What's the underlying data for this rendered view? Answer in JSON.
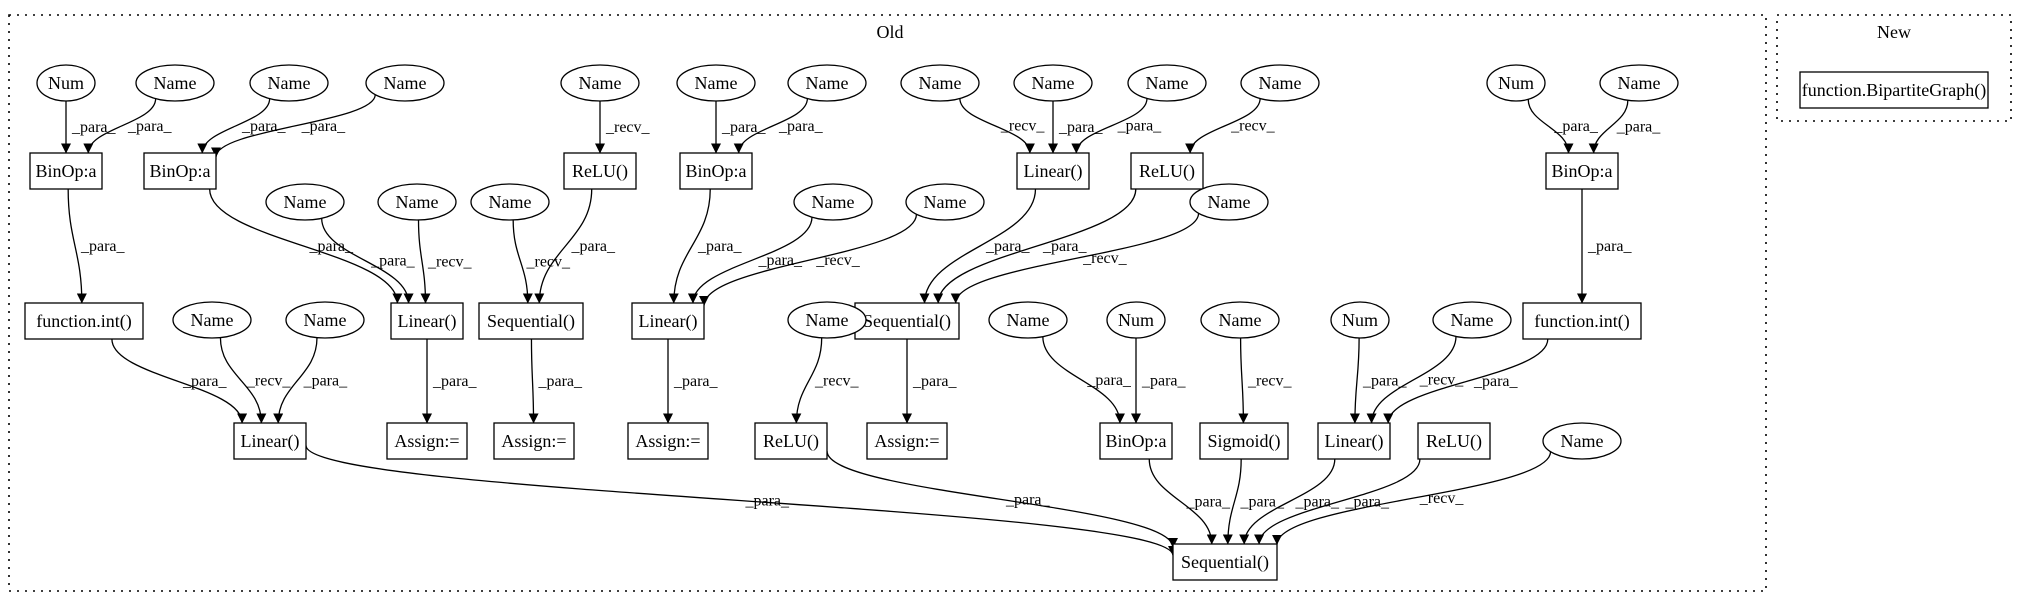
{
  "clusters": {
    "old": {
      "title": "Old"
    },
    "new": {
      "title": "New"
    }
  },
  "nodes": {
    "num_a": "Num",
    "name_b": "Name",
    "name_c": "Name",
    "name_d": "Name",
    "name_e": "Name",
    "name_f": "Name",
    "name_g": "Name",
    "name_h": "Name",
    "name_i": "Name",
    "name_j": "Name",
    "name_k": "Name",
    "num_l": "Num",
    "name_m": "Name",
    "binop_1": "BinOp:a",
    "binop_2": "BinOp:a",
    "relu_1": "ReLU()",
    "binop_3": "BinOp:a",
    "linear_top": "Linear()",
    "relu_2": "ReLU()",
    "binop_4": "BinOp:a",
    "name_n": "Name",
    "name_o": "Name",
    "name_p": "Name",
    "name_q": "Name",
    "name_r": "Name",
    "func_int_1": "function.int()",
    "linear_2": "Linear()",
    "sequential_1": "Sequential()",
    "linear_3": "Linear()",
    "sequential_2": "Sequential()",
    "func_int_2": "function.int()",
    "name_s": "Name",
    "name_t": "Name",
    "name_u": "Name",
    "name_v": "Name",
    "num_w": "Num",
    "name_x": "Name",
    "num_y": "Num",
    "name_z": "Name",
    "name_aa": "Name",
    "linear_1": "Linear()",
    "assign_1": "Assign:=",
    "assign_2": "Assign:=",
    "assign_3": "Assign:=",
    "relu_3": "ReLU()",
    "assign_4": "Assign:=",
    "binop_5": "BinOp:a",
    "sigmoid": "Sigmoid()",
    "linear_4": "Linear()",
    "relu_4": "ReLU()",
    "name_ab": "Name",
    "sequential_main": "Sequential()",
    "bipartite": "function.BipartiteGraph()"
  },
  "edges": [
    {
      "from": "num_a",
      "to": "binop_1",
      "label": "_para_"
    },
    {
      "from": "name_b",
      "to": "binop_1",
      "label": "_para_"
    },
    {
      "from": "name_c",
      "to": "binop_2",
      "label": "_para_"
    },
    {
      "from": "name_d",
      "to": "binop_2",
      "label": "_para_"
    },
    {
      "from": "binop_1",
      "to": "func_int_1",
      "label": "_para_"
    },
    {
      "from": "binop_2",
      "to": "linear_2",
      "label": "_para_"
    },
    {
      "from": "name_n",
      "to": "linear_2",
      "label": "_para_"
    },
    {
      "from": "name_o",
      "to": "linear_2",
      "label": "_recv_"
    },
    {
      "from": "func_int_1",
      "to": "linear_1",
      "label": "_para_"
    },
    {
      "from": "name_s",
      "to": "linear_1",
      "label": "_recv_"
    },
    {
      "from": "name_t",
      "to": "linear_1",
      "label": "_para_"
    },
    {
      "from": "linear_2",
      "to": "assign_1",
      "label": "_para_"
    },
    {
      "from": "name_e",
      "to": "relu_1",
      "label": "_recv_"
    },
    {
      "from": "name_p",
      "to": "sequential_1",
      "label": "_recv_"
    },
    {
      "from": "relu_1",
      "to": "sequential_1",
      "label": "_para_"
    },
    {
      "from": "sequential_1",
      "to": "assign_2",
      "label": "_para_"
    },
    {
      "from": "name_f",
      "to": "binop_3",
      "label": "_para_"
    },
    {
      "from": "name_g",
      "to": "binop_3",
      "label": "_para_"
    },
    {
      "from": "binop_3",
      "to": "linear_3",
      "label": "_para_"
    },
    {
      "from": "name_q",
      "to": "linear_3",
      "label": "_para_"
    },
    {
      "from": "name_r",
      "to": "linear_3",
      "label": "_recv_"
    },
    {
      "from": "linear_3",
      "to": "assign_3",
      "label": "_para_"
    },
    {
      "from": "name_u",
      "to": "relu_3",
      "label": "_recv_"
    },
    {
      "from": "name_h",
      "to": "linear_top",
      "label": "_recv_"
    },
    {
      "from": "name_i",
      "to": "linear_top",
      "label": "_para_"
    },
    {
      "from": "name_j",
      "to": "linear_top",
      "label": "_para_"
    },
    {
      "from": "name_k",
      "to": "relu_2",
      "label": "_recv_"
    },
    {
      "from": "linear_top",
      "to": "sequential_2",
      "label": "_para_"
    },
    {
      "from": "relu_2",
      "to": "sequential_2",
      "label": "_para_"
    },
    {
      "from": "name_v",
      "to": "sequential_2",
      "label": "_recv_"
    },
    {
      "from": "sequential_2",
      "to": "assign_4",
      "label": "_para_"
    },
    {
      "from": "num_l",
      "to": "binop_4",
      "label": "_para_"
    },
    {
      "from": "name_m",
      "to": "binop_4",
      "label": "_para_"
    },
    {
      "from": "binop_4",
      "to": "func_int_2",
      "label": "_para_"
    },
    {
      "from": "name_x",
      "to": "binop_5",
      "label": "_para_"
    },
    {
      "from": "num_w",
      "to": "binop_5",
      "label": "_para_"
    },
    {
      "from": "name_z",
      "to": "sigmoid",
      "label": "_recv_"
    },
    {
      "from": "num_y",
      "to": "linear_4",
      "label": "_para_"
    },
    {
      "from": "name_aa",
      "to": "linear_4",
      "label": "_recv_"
    },
    {
      "from": "func_int_2",
      "to": "linear_4",
      "label": "_para_"
    },
    {
      "from": "name_ab",
      "to": "relu_4",
      "label": "_recv_"
    },
    {
      "from": "linear_1",
      "to": "sequential_main",
      "label": "_para_"
    },
    {
      "from": "relu_3",
      "to": "sequential_main",
      "label": "_para_"
    },
    {
      "from": "binop_5",
      "to": "sequential_main",
      "label": "_para_"
    },
    {
      "from": "sigmoid",
      "to": "sequential_main",
      "label": "_para_"
    },
    {
      "from": "linear_4",
      "to": "sequential_main",
      "label": "_para_"
    },
    {
      "from": "relu_4",
      "to": "sequential_main",
      "label": "_para_"
    },
    {
      "from": "name_ab2",
      "to": "sequential_main",
      "label": "_recv_"
    }
  ]
}
